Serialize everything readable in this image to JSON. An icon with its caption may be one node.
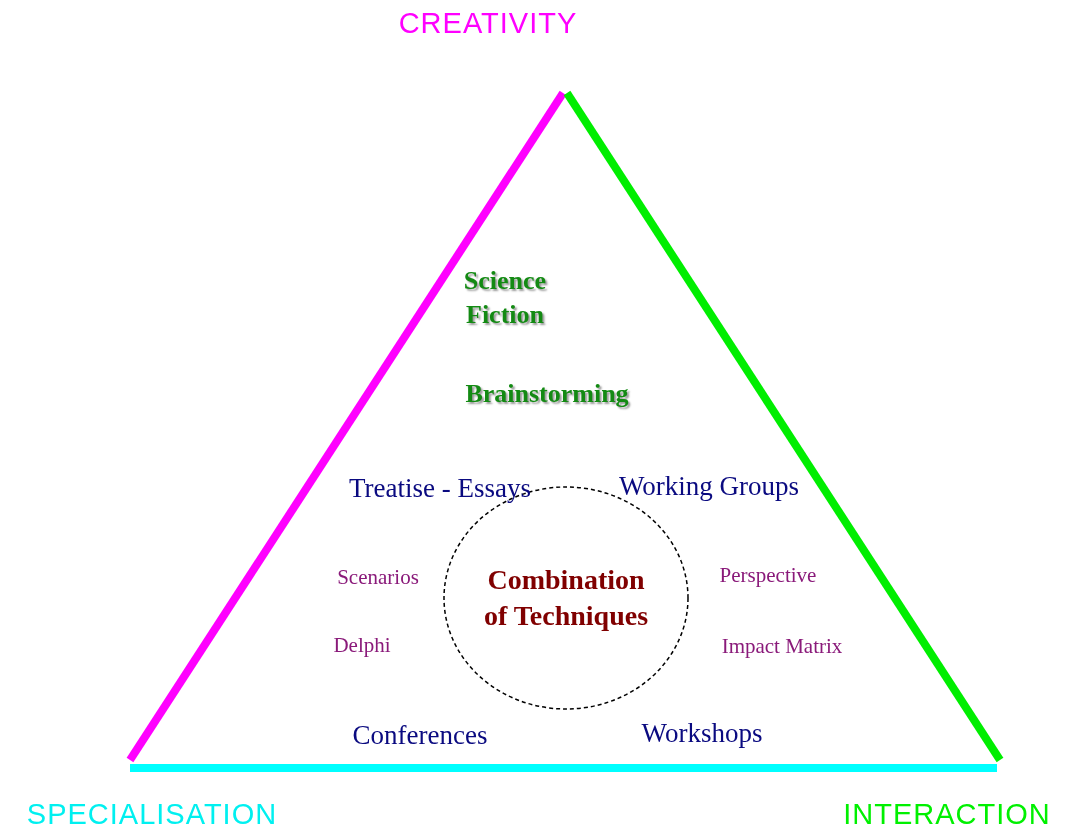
{
  "diagram": {
    "nodes": [
      {
        "text": [
          "Combination of Techniques"
        ]
      }
    ],
    "edges": [],
    "labels": [
      "CREATIVITY",
      "Science Fiction",
      "Brainstorming",
      "Treatise - Essays",
      "Working Groups",
      "Scenarios",
      "Perspective",
      "Delphi",
      "Impact Matrix",
      "Conferences",
      "Workshops",
      "SPECIALISATION",
      "INTERACTION"
    ]
  }
}
